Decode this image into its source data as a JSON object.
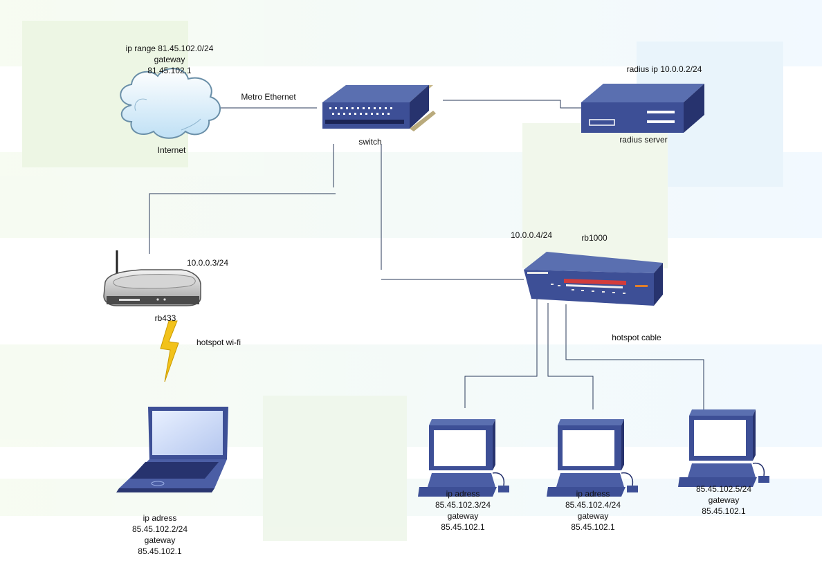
{
  "internet": {
    "range_line1": "ip range 81.45.102.0/24",
    "range_line2": "gateway",
    "range_line3": "81.45.102.1",
    "name": "Internet"
  },
  "links": {
    "metro": "Metro Ethernet",
    "hotspot_wifi": "hotspot wi-fi",
    "hotspot_cable": "hotspot cable"
  },
  "switch": {
    "name": "switch"
  },
  "radius": {
    "ip": "radius ip 10.0.0.2/24",
    "name": "radius server"
  },
  "rb1000": {
    "ip": "10.0.0.4/24",
    "name": "rb1000"
  },
  "rb433": {
    "ip": "10.0.0.3/24",
    "name": "rb433"
  },
  "laptop": {
    "line1": "ip adress",
    "line2": "85.45.102.2/24",
    "line3": "gateway",
    "line4": "85.45.102.1"
  },
  "pc1": {
    "line1": "ip adress",
    "line2": "85.45.102.3/24",
    "line3": "gateway",
    "line4": "85.45.102.1"
  },
  "pc2": {
    "line1": "ip adress",
    "line2": "85.45.102.4/24",
    "line3": "gateway",
    "line4": "85.45.102.1"
  },
  "pc3": {
    "line1": "85.45.102.5/24",
    "line2": "gateway",
    "line3": "85.45.102.1"
  },
  "colors": {
    "device_blue": "#3d4f96",
    "device_dark": "#27336e",
    "screen": "#ffffff",
    "line": "#2a3a5a",
    "lightning": "#f2c21b"
  }
}
